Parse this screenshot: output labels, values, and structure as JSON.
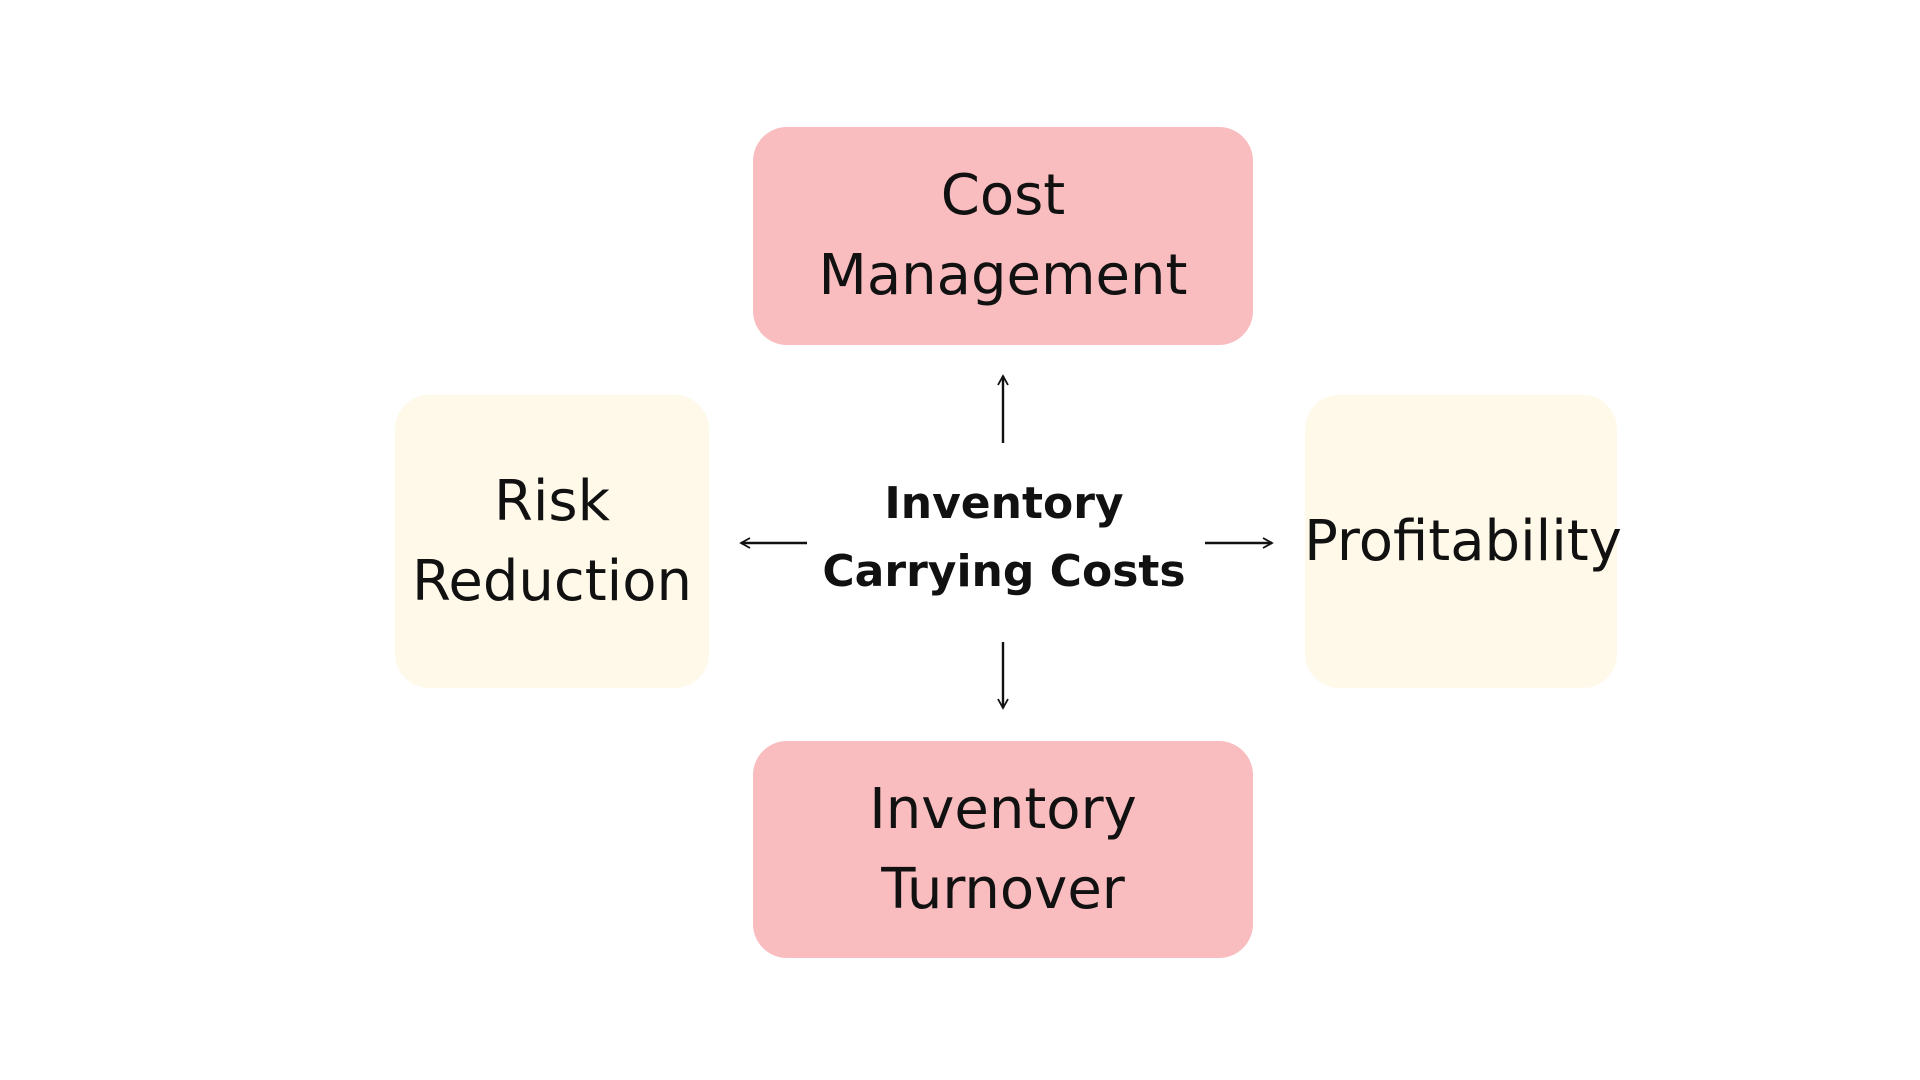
{
  "diagram": {
    "center": {
      "label": "Inventory\nCarrying Costs"
    },
    "nodes": {
      "top": {
        "label": "Cost\nManagement"
      },
      "bottom": {
        "label": "Inventory\nTurnover"
      },
      "left": {
        "label": "Risk\nReduction"
      },
      "right": {
        "label": "Profitability"
      }
    },
    "colors": {
      "primary_box": "#f9bcbf",
      "secondary_box": "#fff9ea",
      "text": "#111111",
      "arrow": "#111111",
      "background": "#ffffff"
    }
  }
}
